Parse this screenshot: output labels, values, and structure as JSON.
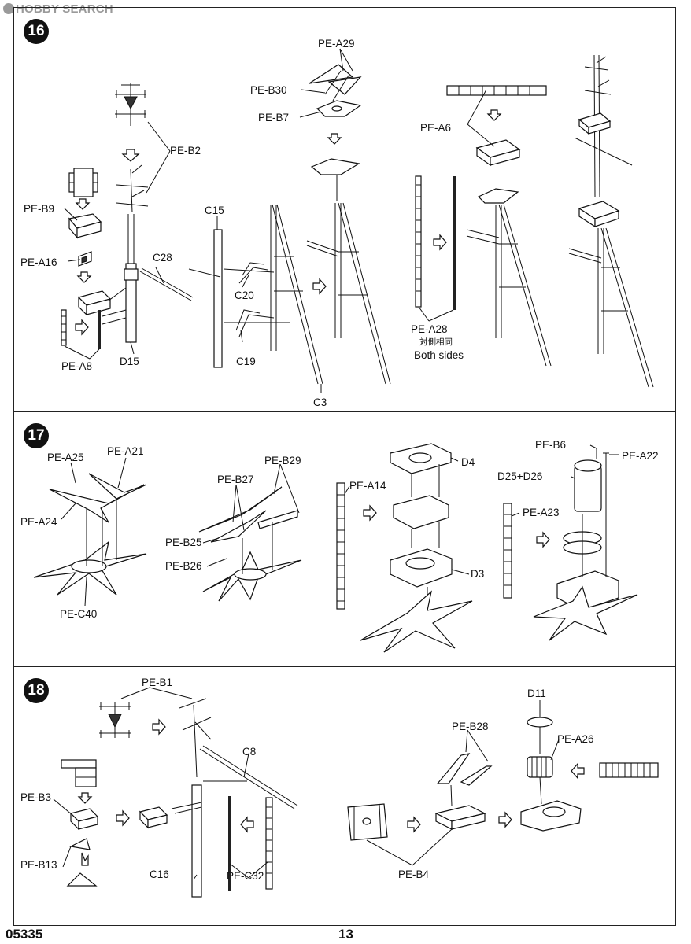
{
  "watermark": "HOBBY SEARCH",
  "steps": {
    "s16": "16",
    "s17": "17",
    "s18": "18"
  },
  "labels16": {
    "pe_b2": "PE-B2",
    "pe_b9": "PE-B9",
    "pe_a16": "PE-A16",
    "pe_a8": "PE-A8",
    "c28": "C28",
    "d15": "D15",
    "pe_a29": "PE-A29",
    "pe_b30": "PE-B30",
    "pe_b7": "PE-B7",
    "c15": "C15",
    "c20": "C20",
    "c19": "C19",
    "c3": "C3",
    "pe_a6": "PE-A6",
    "pe_a28": "PE-A28",
    "both_cn": "対側相同",
    "both_en": "Both sides"
  },
  "labels17": {
    "pe_a25": "PE-A25",
    "pe_a21": "PE-A21",
    "pe_a24": "PE-A24",
    "pe_c40": "PE-C40",
    "pe_b27": "PE-B27",
    "pe_b29": "PE-B29",
    "pe_b25": "PE-B25",
    "pe_b26": "PE-B26",
    "pe_a14": "PE-A14",
    "d4": "D4",
    "d3": "D3",
    "pe_b6": "PE-B6",
    "pe_a22": "PE-A22",
    "d25_d26": "D25+D26",
    "pe_a23": "PE-A23"
  },
  "labels18": {
    "pe_b1": "PE-B1",
    "c8": "C8",
    "pe_b3": "PE-B3",
    "pe_b13": "PE-B13",
    "c16": "C16",
    "pe_c32": "PE-C32",
    "d11": "D11",
    "pe_b28": "PE-B28",
    "pe_a26": "PE-A26",
    "pe_b4": "PE-B4"
  },
  "footer": {
    "product_code": "05335",
    "page_number": "13"
  }
}
